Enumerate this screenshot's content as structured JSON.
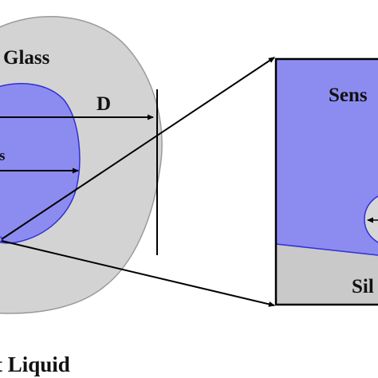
{
  "labels": {
    "glass": "Glass",
    "diameter": "D",
    "radius_fragment": "s",
    "liquid": "t Liquid",
    "sensing_fragment": "Sens",
    "silica_fragment": "Sil"
  },
  "colors": {
    "background": "#ffffff",
    "glass_fill": "#d3d3d3",
    "glass_outline": "#9a9a9a",
    "sensing_fill": "#8c8cf0",
    "sensing_outline": "#2f2fd8",
    "silica_fill": "#c9c9c9",
    "line": "#000000"
  }
}
